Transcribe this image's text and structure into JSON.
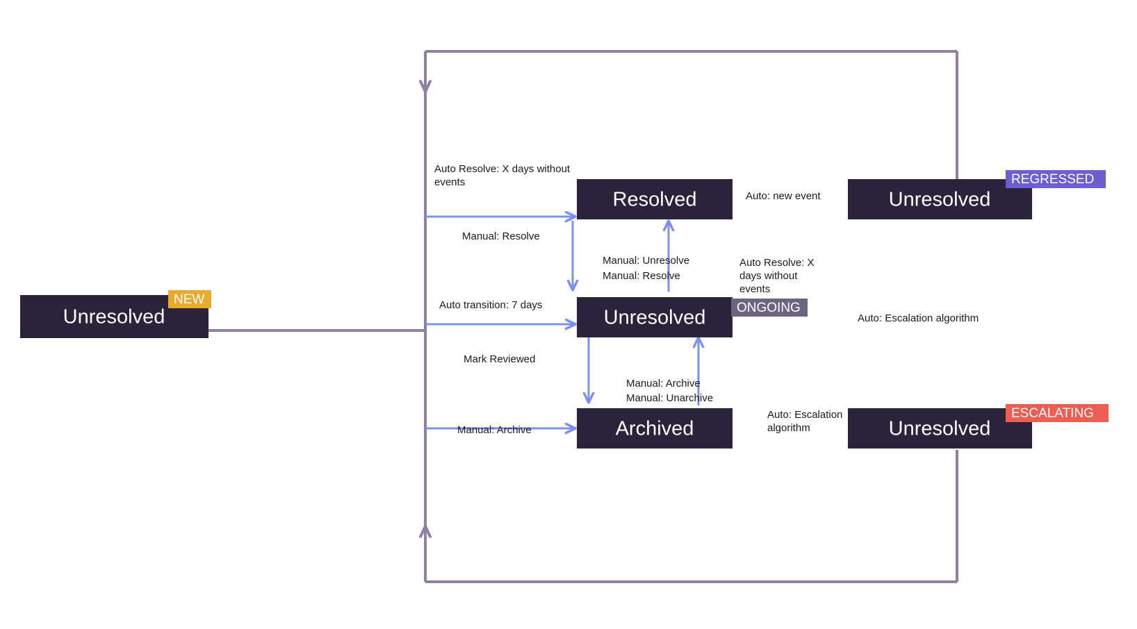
{
  "diagram": {
    "title": "Issue state transition diagram",
    "background_color": "#ffffff",
    "colors": {
      "node_fill": "#2b2339",
      "node_text": "#ffffff",
      "auto_edge": "#27c76",
      "manual_edge": "#7b90f2",
      "flow_edge": "#8d819f",
      "badge_new": "#e8ab2e",
      "badge_regressed": "#6c5dd3",
      "badge_ongoing": "#6e6480",
      "badge_escalating": "#ef5d52"
    },
    "nodes": [
      {
        "id": "new",
        "label": "Unresolved",
        "badge": "NEW",
        "badge_color": "#e8ab2e"
      },
      {
        "id": "resolved",
        "label": "Resolved",
        "badge": null,
        "badge_color": null
      },
      {
        "id": "regressed",
        "label": "Unresolved",
        "badge": "REGRESSED",
        "badge_color": "#6c5dd3"
      },
      {
        "id": "ongoing",
        "label": "Unresolved",
        "badge": "ONGOING",
        "badge_color": "#6e6480"
      },
      {
        "id": "archived",
        "label": "Archived",
        "badge": null,
        "badge_color": null
      },
      {
        "id": "escalating",
        "label": "Unresolved",
        "badge": "ESCALATING",
        "badge_color": "#ef5d52"
      }
    ],
    "edges": [
      {
        "id": "e1",
        "label": "Auto Resolve: X days without",
        "label2": "events",
        "kind": "auto"
      },
      {
        "id": "e2",
        "label": "Manual: Resolve",
        "kind": "manual"
      },
      {
        "id": "e3",
        "label": "Auto: new event",
        "kind": "auto"
      },
      {
        "id": "e4",
        "label": "Manual: Unresolve",
        "kind": "manual"
      },
      {
        "id": "e5",
        "label": "Manual: Resolve",
        "kind": "manual"
      },
      {
        "id": "e6",
        "label": "Auto Resolve: X",
        "label2": "days without",
        "label3": "events",
        "kind": "auto"
      },
      {
        "id": "e7",
        "label": "Auto transition: 7 days",
        "kind": "auto"
      },
      {
        "id": "e8",
        "label": "Mark Reviewed",
        "kind": "manual"
      },
      {
        "id": "e9",
        "label": "Auto: Escalation algorithm",
        "kind": "auto"
      },
      {
        "id": "e10",
        "label": "Manual: Archive",
        "kind": "manual"
      },
      {
        "id": "e11",
        "label": "Manual: Unarchive",
        "kind": "manual"
      },
      {
        "id": "e12",
        "label": "Manual: Archive",
        "kind": "manual"
      },
      {
        "id": "e13",
        "label": "Auto: Escalation",
        "label2": "algorithm",
        "kind": "auto"
      }
    ],
    "labels": {
      "new_node_text": "Unresolved",
      "new_badge_text": "NEW",
      "resolved_node_text": "Resolved",
      "regressed_node_text": "Unresolved",
      "regressed_badge_text": "REGRESSED",
      "ongoing_node_text": "Unresolved",
      "ongoing_badge_text": "ONGOING",
      "archived_node_text": "Archived",
      "escalating_node_text": "Unresolved",
      "escalating_badge_text": "ESCALATING",
      "edge_auto_resolve_line1": "Auto Resolve: X days without",
      "edge_auto_resolve_line2": "events",
      "edge_manual_resolve_top": "Manual: Resolve",
      "edge_auto_new_event": "Auto: new event",
      "edge_manual_unresolve": "Manual: Unresolve",
      "edge_manual_resolve_mid": "Manual: Resolve",
      "edge_auto_resolve_mid_line1": "Auto Resolve: X",
      "edge_auto_resolve_mid_line2": "days without",
      "edge_auto_resolve_mid_line3": "events",
      "edge_auto_transition": "Auto transition: 7 days",
      "edge_mark_reviewed": "Mark Reviewed",
      "edge_auto_escalation_top": "Auto: Escalation algorithm",
      "edge_manual_archive_mid": "Manual: Archive",
      "edge_manual_unarchive_mid": "Manual: Unarchive",
      "edge_manual_archive_bottom": "Manual: Archive",
      "edge_auto_escalation_line1": "Auto: Escalation",
      "edge_auto_escalation_line2": "algorithm"
    }
  }
}
